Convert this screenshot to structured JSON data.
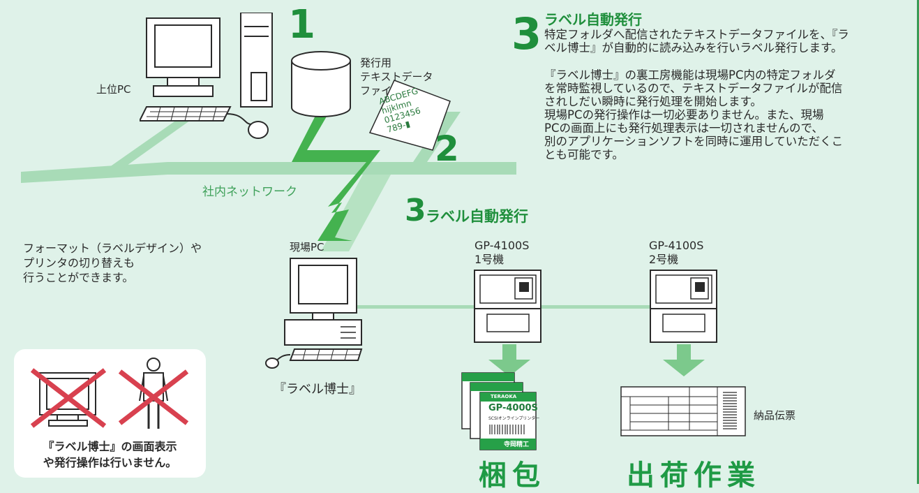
{
  "labels": {
    "host_pc": "上位PC",
    "data_file_line1": "発行用",
    "data_file_line2": "テキストデータ",
    "data_file_line3": "ファイル",
    "paper_line1": "ABCDEFG",
    "paper_line2": "hijklmn",
    "paper_line3": "0123456",
    "paper_line4": "789-",
    "network": "社内ネットワーク",
    "site_pc": "現場PC",
    "label_hakase": "『ラベル博士』",
    "printer1_model": "GP-4100S",
    "printer1_unit": "1号機",
    "printer2_model": "GP-4100S",
    "printer2_unit": "2号機",
    "delivery_slip": "納品伝票",
    "packing": "梱包",
    "shipping": "出荷作業",
    "label_brand": "TERAOKA",
    "label_model": "GP-4000S",
    "label_sub": "SCSIオンラインプリンター",
    "label_maker": "寺岡精工"
  },
  "steps": {
    "num1": "1",
    "num2": "2",
    "num3": "3",
    "step3_title": "ラベル自動発行"
  },
  "info": {
    "num": "3",
    "title": "ラベル自動発行",
    "p1_line1": "特定フォルダへ配信されたテキストデータファイルを、『ラ",
    "p1_line2": "ベル博士』が自動的に読み込みを行いラベル発行します。",
    "p2_line1": "『ラベル博士』の裏工房機能は現場PC内の特定フォルダ",
    "p2_line2": "を常時監視しているので、テキストデータファイルが配信",
    "p2_line3": "されしだい瞬時に発行処理を開始します。",
    "p2_line4": "現場PCの発行操作は一切必要ありません。また、現場",
    "p2_line5": "PCの画面上にも発行処理表示は一切されませんので、",
    "p2_line6": "別のアプリケーションソフトを同時に運用していただくこ",
    "p2_line7": "とも可能です。"
  },
  "side_note": {
    "line1": "フォーマット（ラベルデザイン）や",
    "line2": "プリンタの切り替えも",
    "line3": "行うことができます。"
  },
  "notice": {
    "line1": "『ラベル博士』の画面表示",
    "line2": "や発行操作は行いません。"
  },
  "colors": {
    "background": "#dff2e9",
    "network_line": "#a9dcb8",
    "accent_green": "#1f8f3c",
    "cross_red": "#d8414f"
  }
}
